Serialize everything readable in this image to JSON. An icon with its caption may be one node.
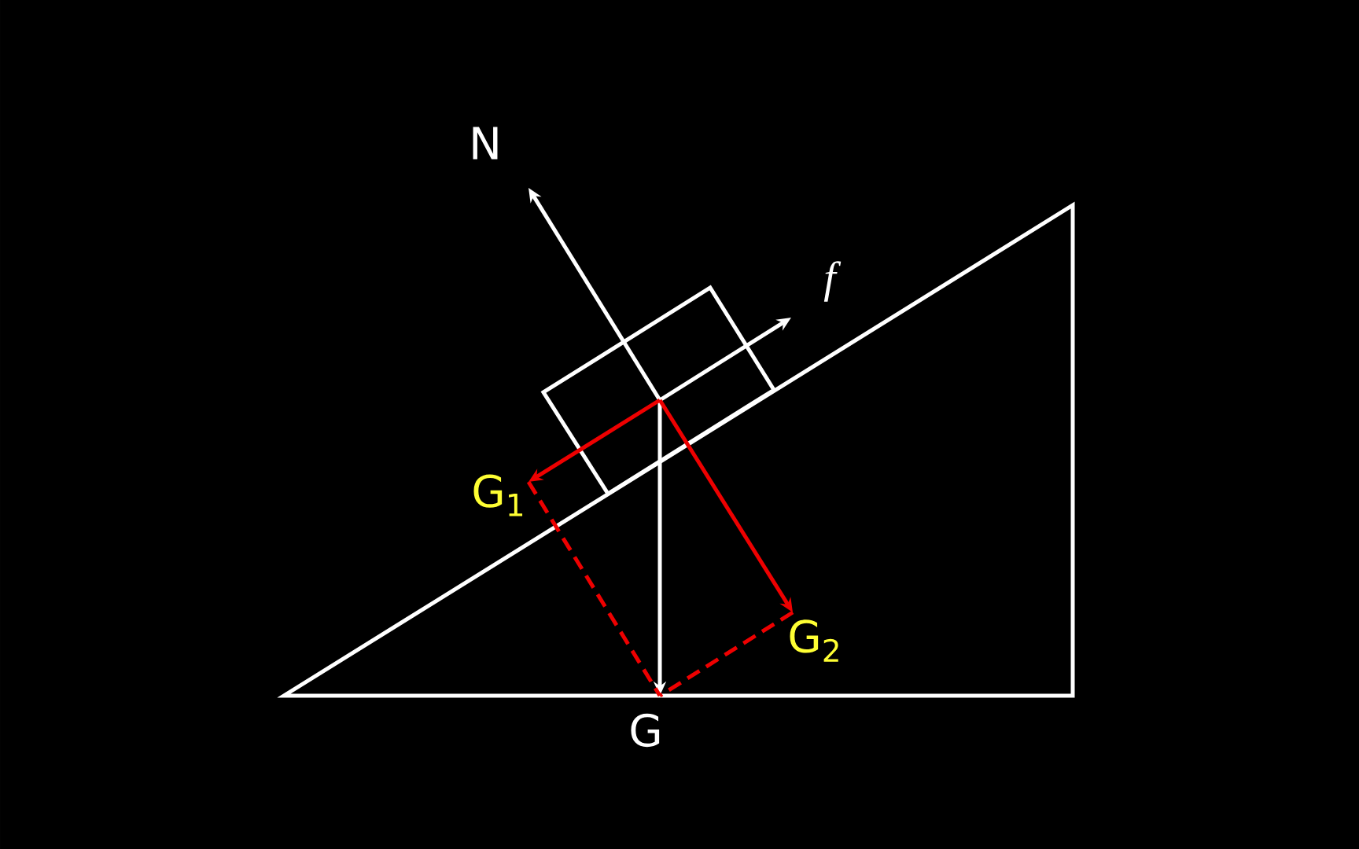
{
  "diagram": {
    "labels": [
      "N",
      "f",
      "G$_{1}$",
      "G$_{2}$",
      "G"
    ]
  }
}
